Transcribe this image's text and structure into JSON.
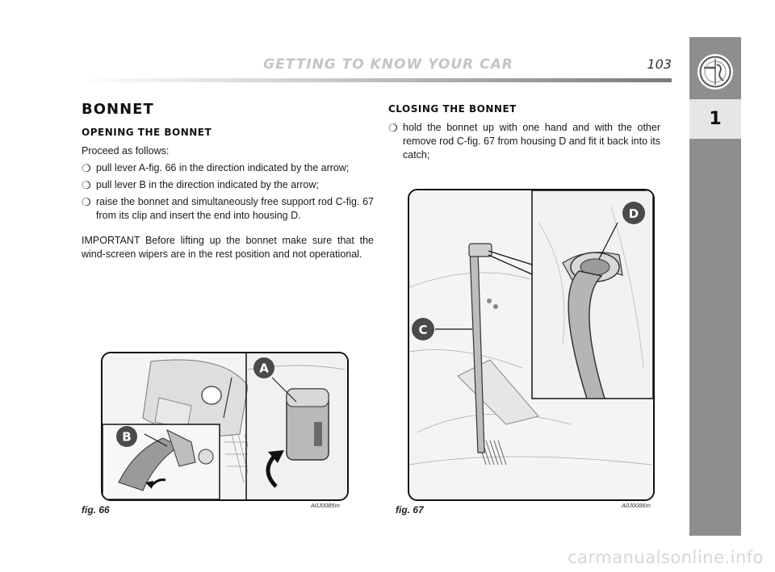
{
  "header": {
    "title": "GETTING TO KNOW YOUR CAR",
    "page_number": "103"
  },
  "sidebar": {
    "chapter": "1",
    "logo_icon": "alfa-romeo-badge-icon"
  },
  "left_column": {
    "section_title": "BONNET",
    "subsection_title": "OPENING THE BONNET",
    "intro": "Proceed as follows:",
    "bullets": [
      "pull lever A-fig. 66 in the direction indicated by the arrow;",
      "pull lever B in the direction indicated by the arrow;",
      "raise the bonnet and simultaneously free support rod C-fig. 67 from its clip and insert the end into housing D."
    ],
    "important": "IMPORTANT Before lifting up the bonnet make sure that the wind-screen wipers are in the rest position and not operational."
  },
  "right_column": {
    "subsection_title": "CLOSING THE BONNET",
    "bullets": [
      "hold the bonnet up with one hand and with the other remove rod C-fig. 67 from housing D and fit it back into its catch;"
    ]
  },
  "bullet_glyph": "❍",
  "figures": {
    "fig66": {
      "caption": "fig. 66",
      "code": "A0J0085m",
      "labels": {
        "a": "A",
        "b": "B"
      }
    },
    "fig67": {
      "caption": "fig. 67",
      "code": "A0J0086m",
      "labels": {
        "c": "C",
        "d": "D"
      }
    }
  },
  "watermark": "carmanualsonline.info",
  "colors": {
    "sidebar": "#8e8e8e",
    "tab": "#e6e6e6",
    "callout": "#4a4a4a"
  }
}
